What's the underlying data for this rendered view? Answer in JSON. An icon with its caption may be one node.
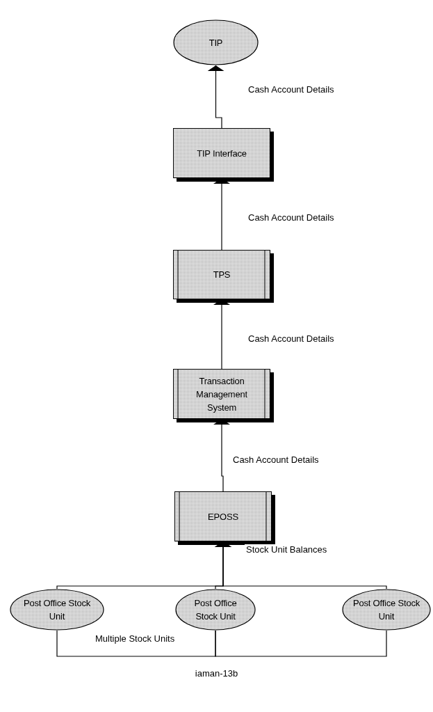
{
  "diagram": {
    "caption": "iaman-13b",
    "nodes": [
      {
        "text": [
          "TIP"
        ]
      },
      {
        "text": [
          "TIP Interface"
        ]
      },
      {
        "text": [
          "TPS"
        ]
      },
      {
        "text": [
          "Transaction Management System"
        ]
      },
      {
        "text": [
          "EPOSS"
        ]
      },
      {
        "text": [
          "Post Office Stock Unit"
        ]
      },
      {
        "text": [
          "Post Office Stock Unit"
        ]
      },
      {
        "text": [
          "Post Office Stock Unit"
        ]
      }
    ],
    "edges": [
      {
        "from": 1,
        "to": 0,
        "arrow": "to",
        "label": "Cash Account Details"
      },
      {
        "from": 2,
        "to": 1,
        "arrow": "to",
        "label": "Cash Account Details"
      },
      {
        "from": 3,
        "to": 2,
        "arrow": "to",
        "label": "Cash Account Details"
      },
      {
        "from": 4,
        "to": 3,
        "arrow": "to",
        "label": "Cash Account Details"
      },
      {
        "from": 5,
        "to": 4,
        "arrow": "to"
      },
      {
        "from": 6,
        "to": 4,
        "arrow": "to",
        "label": "Stock Unit Balances"
      },
      {
        "from": 7,
        "to": 4,
        "arrow": "to"
      },
      {
        "from": 5,
        "to": 6,
        "arrow": "none",
        "label": "Multiple Stock Units"
      },
      {
        "from": 6,
        "to": 7,
        "arrow": "none"
      }
    ]
  }
}
